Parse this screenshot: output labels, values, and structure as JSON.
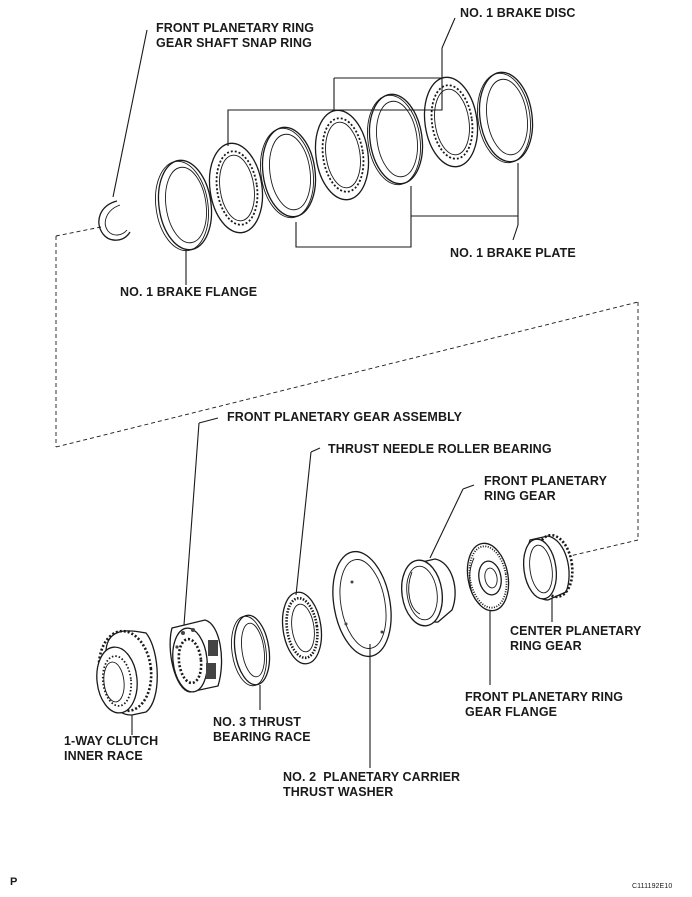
{
  "labels": {
    "snap_ring": "FRONT PLANETARY RING\nGEAR SHAFT SNAP RING",
    "brake_disc": "NO. 1 BRAKE DISC",
    "brake_plate": "NO. 1 BRAKE PLATE",
    "brake_flange": "NO. 1 BRAKE FLANGE",
    "gear_assembly": "FRONT PLANETARY GEAR ASSEMBLY",
    "needle_bearing": "THRUST NEEDLE ROLLER BEARING",
    "ring_gear": "FRONT PLANETARY\nRING GEAR",
    "center_ring_gear": "CENTER PLANETARY\nRING GEAR",
    "ring_gear_flange": "FRONT PLANETARY RING\nGEAR FLANGE",
    "thrust_race": "NO. 3 THRUST\nBEARING RACE",
    "clutch_race": "1-WAY CLUTCH\nINNER RACE",
    "carrier_washer": "NO. 2  PLANETARY CARRIER\nTHRUST WASHER"
  },
  "corner": {
    "left": "P",
    "right": "C111192E10"
  }
}
